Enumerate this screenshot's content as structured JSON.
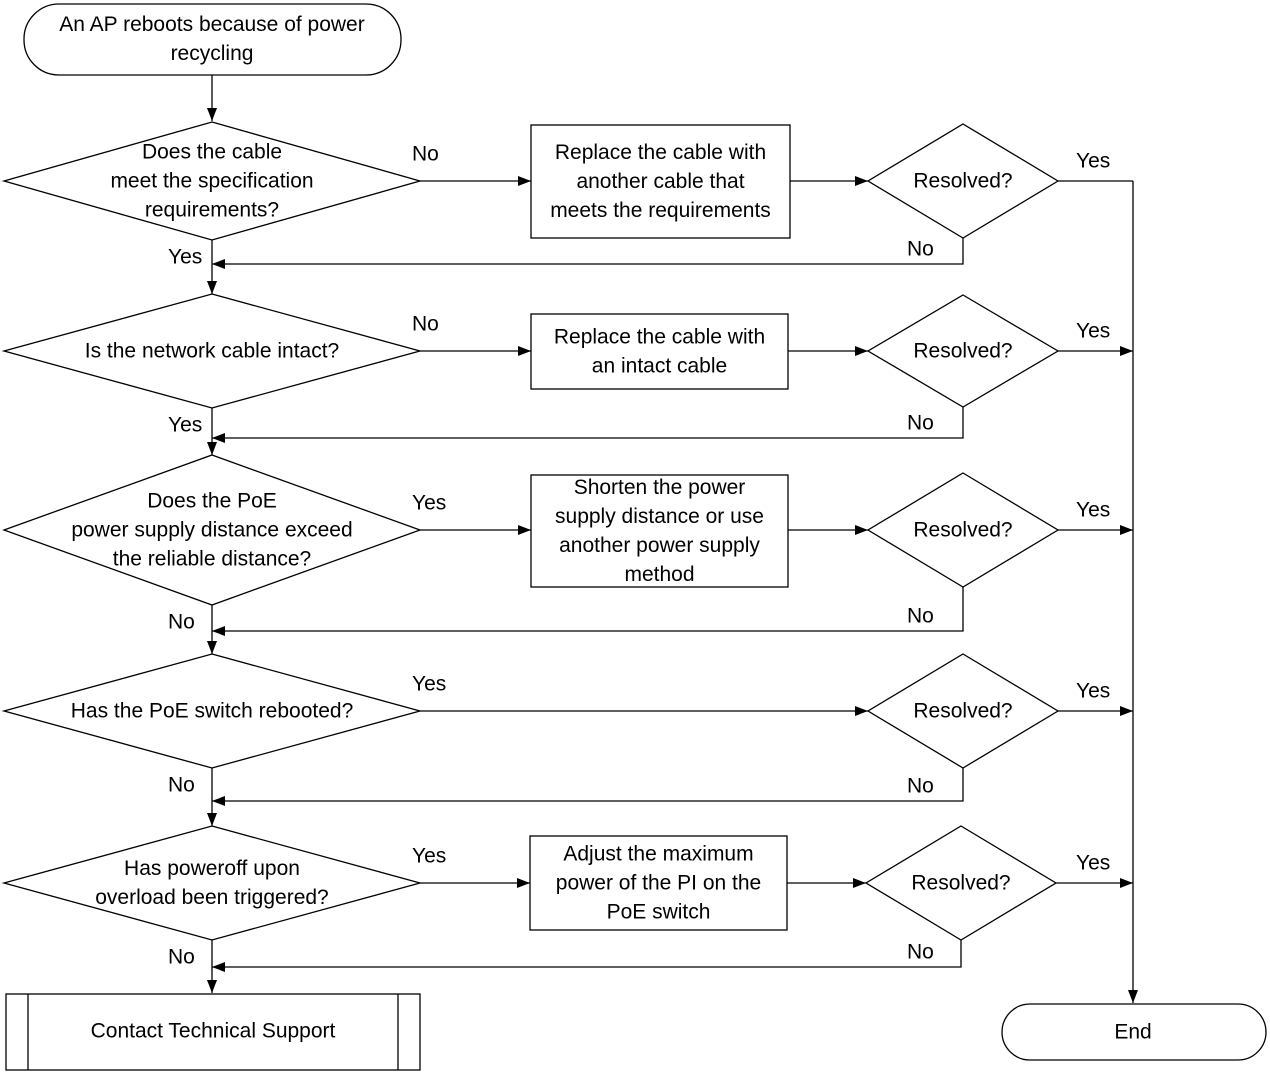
{
  "start": {
    "lines": [
      "An AP reboots because of power",
      "recycling"
    ]
  },
  "end": {
    "label": "End"
  },
  "support": {
    "label": "Contact Technical Support"
  },
  "rows": [
    {
      "question": [
        "Does the cable",
        "meet the specification",
        "requirements?"
      ],
      "action": [
        "Replace the cable with",
        "another cable that",
        "meets the requirements"
      ],
      "to_action": "No",
      "to_next": "Yes",
      "resolved": "Resolved?",
      "resolved_yes": "Yes",
      "resolved_no": "No"
    },
    {
      "question": [
        "Is the network cable intact?"
      ],
      "action": [
        "Replace the cable with",
        "an intact cable"
      ],
      "to_action": "No",
      "to_next": "Yes",
      "resolved": "Resolved?",
      "resolved_yes": "Yes",
      "resolved_no": "No"
    },
    {
      "question": [
        "Does the PoE",
        "power supply distance exceed",
        "the reliable distance?"
      ],
      "action": [
        "Shorten the power",
        "supply distance or use",
        "another power supply",
        "method"
      ],
      "to_action": "Yes",
      "to_next": "No",
      "resolved": "Resolved?",
      "resolved_yes": "Yes",
      "resolved_no": "No"
    },
    {
      "question": [
        "Has the PoE switch rebooted?"
      ],
      "action": [],
      "to_action": "Yes",
      "to_next": "No",
      "resolved": "Resolved?",
      "resolved_yes": "Yes",
      "resolved_no": "No"
    },
    {
      "question": [
        "Has poweroff upon",
        "overload been triggered?"
      ],
      "action": [
        "Adjust the maximum",
        "power of the PI on the",
        "PoE switch"
      ],
      "to_action": "Yes",
      "to_next": "No",
      "resolved": "Resolved?",
      "resolved_yes": "Yes",
      "resolved_no": "No"
    }
  ]
}
